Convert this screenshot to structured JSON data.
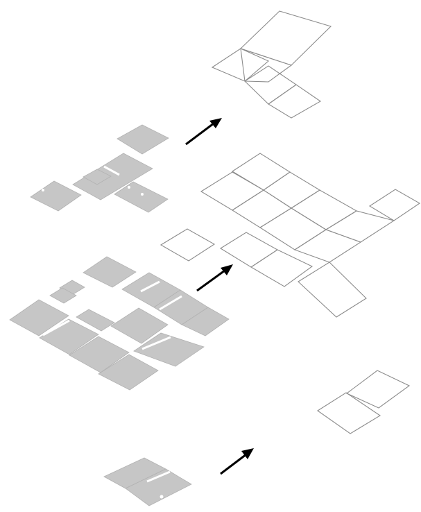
{
  "diagram": {
    "description_hidden": "",
    "colors": {
      "background": "#ffffff",
      "outline_stroke": "#8c8c8c",
      "solid_fill": "#c6c6c6",
      "arrow": "#000000"
    },
    "groups": [
      {
        "id": "top",
        "solid_tiles": 5,
        "outline_tiles": 5
      },
      {
        "id": "middle",
        "solid_tiles": 13,
        "outline_tiles": 13
      },
      {
        "id": "bottom",
        "solid_tiles": 2,
        "outline_tiles": 3
      }
    ],
    "arrows": [
      {
        "id": "arrow-top",
        "icon": "arrow-up-right-icon"
      },
      {
        "id": "arrow-middle",
        "icon": "arrow-up-right-icon"
      },
      {
        "id": "arrow-bottom",
        "icon": "arrow-up-right-icon"
      }
    ]
  }
}
